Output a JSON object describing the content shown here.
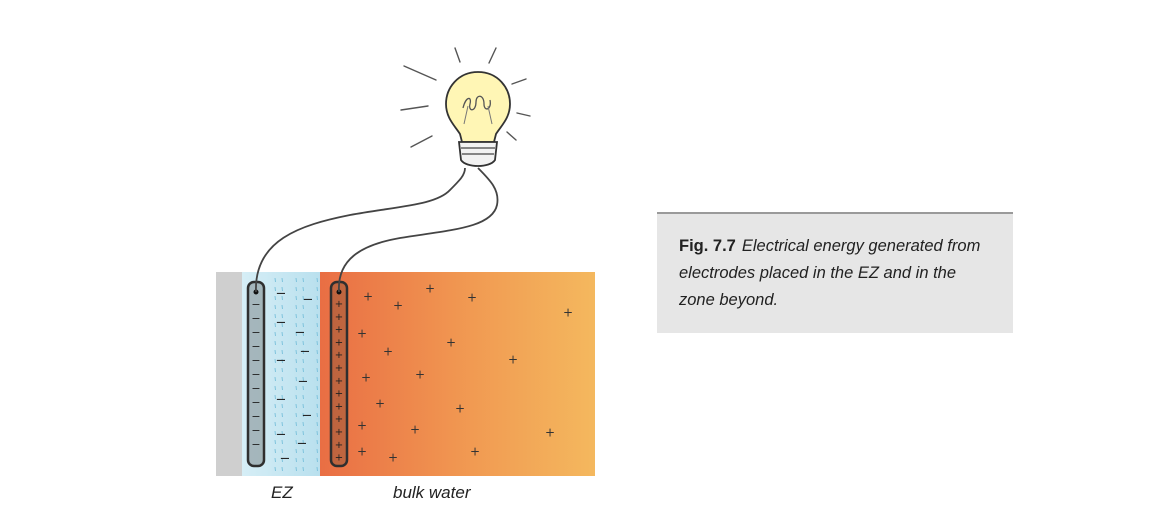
{
  "diagram": {
    "zone_labels": {
      "ez": "EZ",
      "bulk": "bulk water"
    },
    "symbols": {
      "negative": "−",
      "positive": "+"
    },
    "icons": [
      "light-bulb-icon",
      "electrode-icon",
      "wire-icon",
      "glow-ray-icon"
    ],
    "colors": {
      "wall": "#cfcfcf",
      "ez_water": "#c8e8f2",
      "bulk_warm": "#e9764a",
      "bulk_light": "#f4b45c"
    }
  },
  "caption": {
    "figure_number": "Fig. 7.7",
    "text": "Electrical energy generated from electrodes placed in the EZ and in the zone beyond."
  }
}
